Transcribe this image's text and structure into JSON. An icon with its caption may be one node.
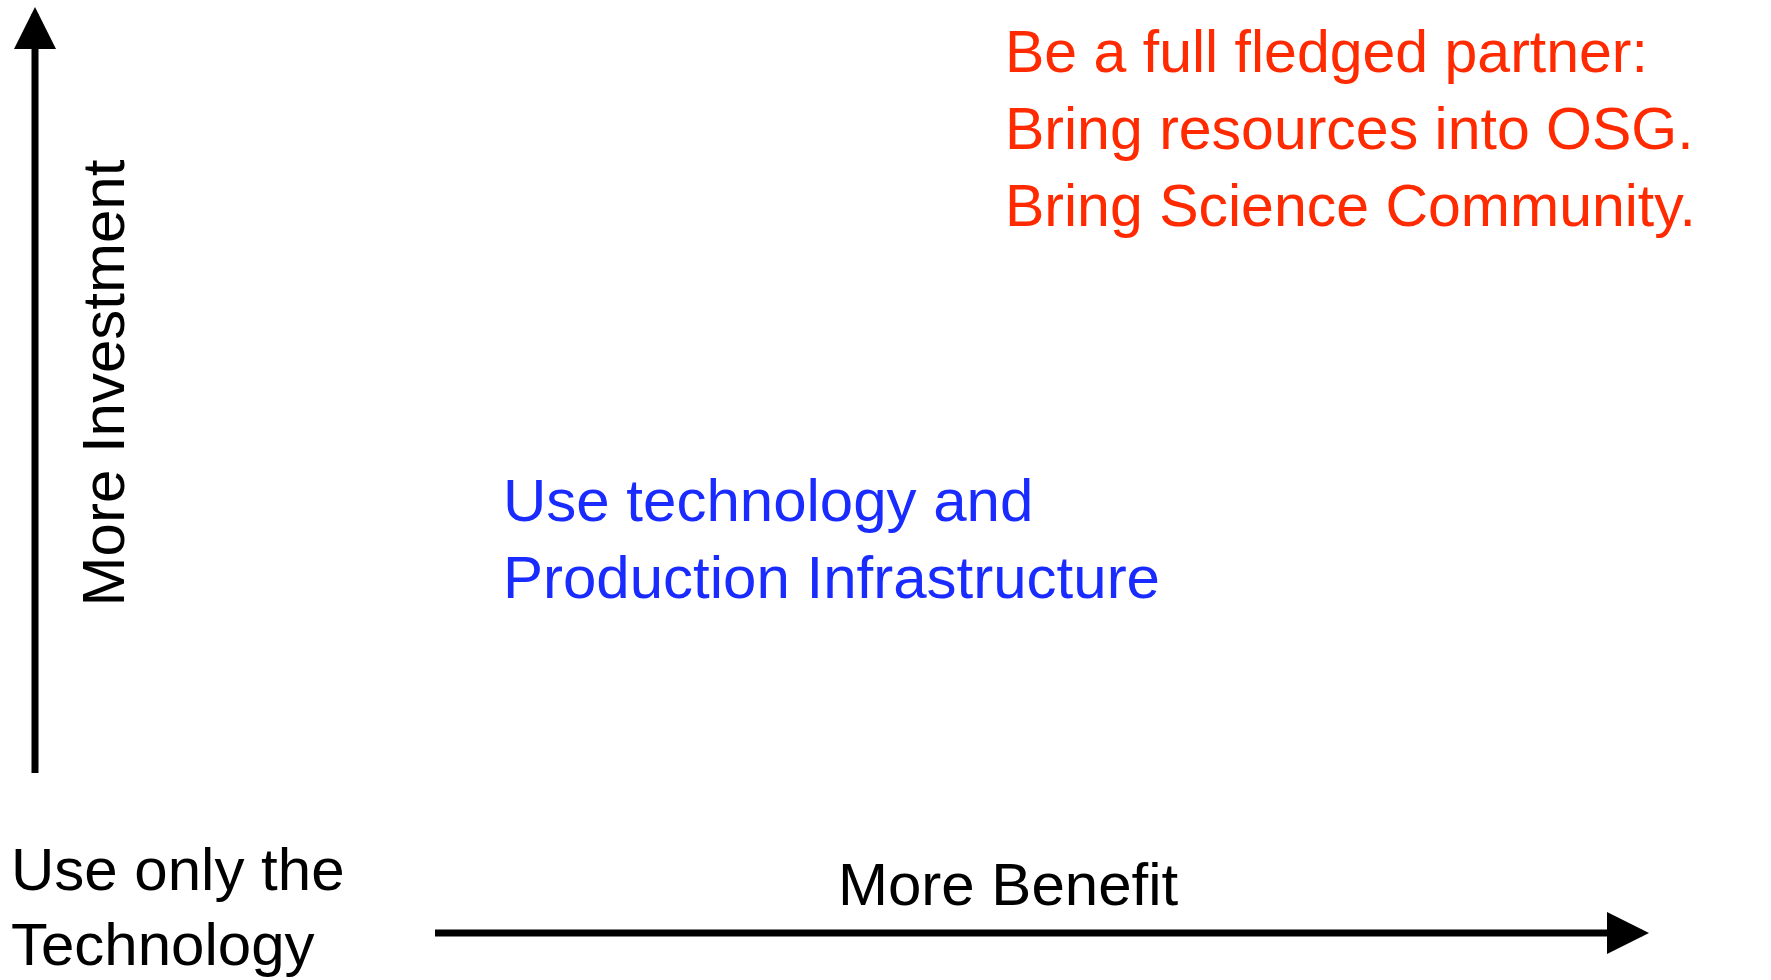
{
  "diagram": {
    "labels": [
      "Be a full fledged partner:",
      "Bring resources into OSG.",
      "Bring Science Community.",
      "More Investment",
      "Use technology and Production Infrastructure",
      "Use only the Technology",
      "More Benefit"
    ]
  }
}
